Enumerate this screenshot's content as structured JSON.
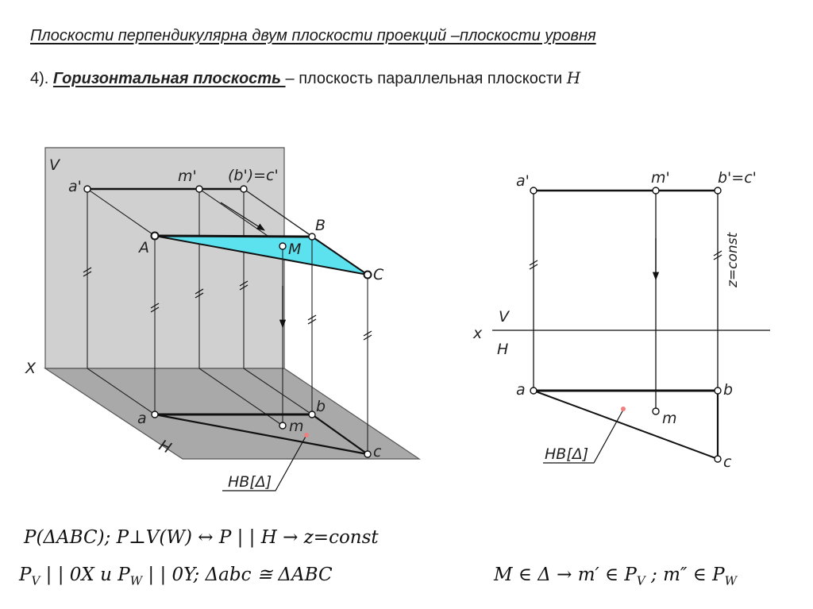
{
  "header": {
    "title": "Плоскости перпендикулярна двум  плоскости проекций –плоскости уровня",
    "number": "4).",
    "term": "Горизонтальная плоскость ",
    "definition": "– плоскость параллельная плоскости ",
    "plane_symbol": "H"
  },
  "left_diagram": {
    "labels": {
      "V": "V",
      "X": "X",
      "H": "H",
      "a1": "a'",
      "m1": "m'",
      "b1c1": "(b')=c'",
      "A": "A",
      "B": "B",
      "C": "C",
      "M": "M",
      "a": "a",
      "b": "b",
      "c": "c",
      "m": "m",
      "hb": "НВ[Δ]"
    },
    "colors": {
      "triangle_fill": "#5ce1ef",
      "v_plane": "#d0d0d0",
      "h_plane": "#a9a9a9",
      "point_mark": "#f08080"
    }
  },
  "right_diagram": {
    "labels": {
      "a1": "a'",
      "m1": "m'",
      "b1c1": "b'=c'",
      "zconst": "z=const",
      "x": "x",
      "V": "V",
      "H": "H",
      "a": "a",
      "b": "b",
      "c": "c",
      "m": "m",
      "hb": "НВ[Δ]"
    }
  },
  "formulas": {
    "line1": "P(ΔABC);   P⊥V(W)  ↔  P | | H   →  z=const",
    "line2_left": "P",
    "line2_sub_v": "V",
    "line2_mid": " | | 0X и P",
    "line2_sub_w": "W",
    "line2_end": " | | 0Y;  Δabc ≅ ΔABC",
    "line3_main": "M ∈ Δ → m′ ∈ P",
    "line3_sub_v": "V",
    "line3_mid": " ;  m″ ∈ P",
    "line3_sub_w": "W"
  }
}
